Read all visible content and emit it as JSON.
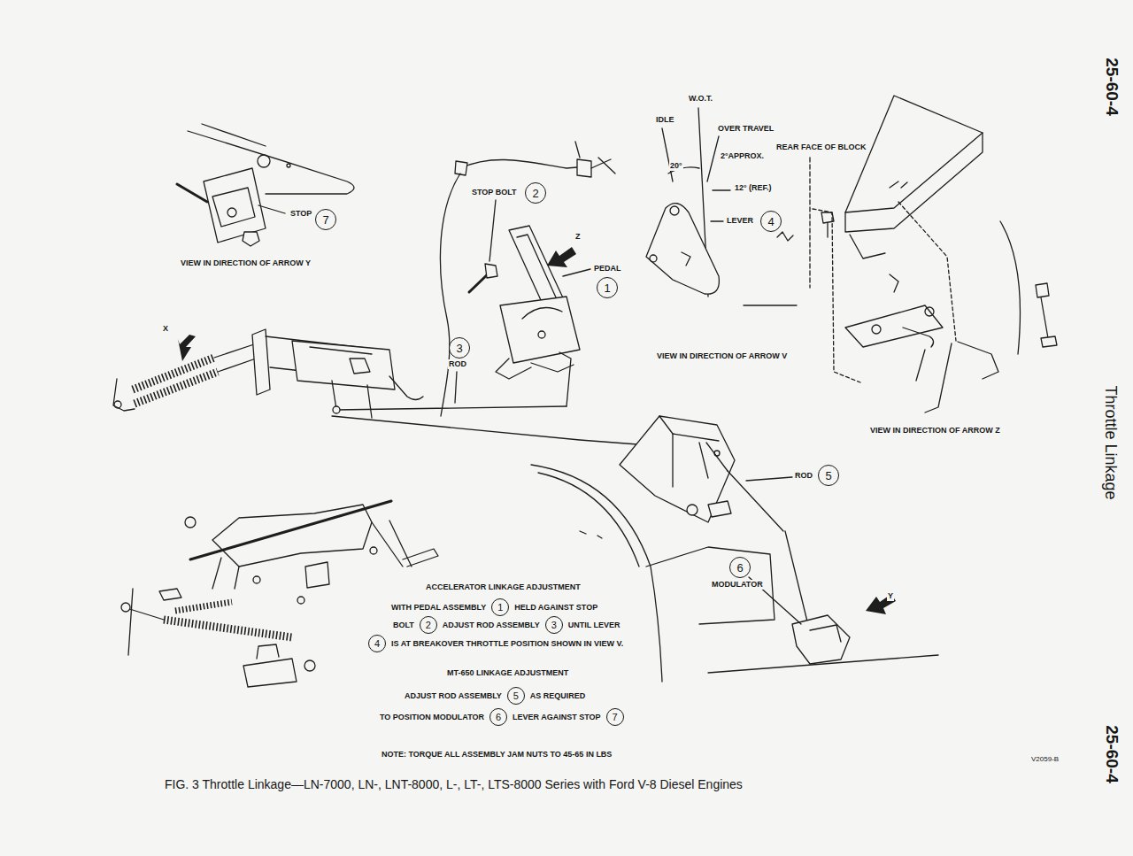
{
  "diagram": {
    "caption": "FIG. 3 Throttle Linkage—LN-7000, LN-, LNT-8000, L-, LT-, LTS-8000 Series with Ford V-8 Diesel Engines",
    "nodes": [
      {
        "text": [
          "7"
        ]
      },
      {
        "text": [
          "2"
        ]
      },
      {
        "text": [
          "1"
        ]
      },
      {
        "text": [
          "4"
        ]
      },
      {
        "text": [
          "3"
        ]
      },
      {
        "text": [
          "5"
        ]
      },
      {
        "text": [
          "6"
        ]
      },
      {
        "text": [
          "1"
        ]
      },
      {
        "text": [
          "2"
        ]
      },
      {
        "text": [
          "3"
        ]
      },
      {
        "text": [
          "4"
        ]
      },
      {
        "text": [
          "5"
        ]
      },
      {
        "text": [
          "6"
        ]
      },
      {
        "text": [
          "7"
        ]
      }
    ],
    "labels": [
      "25-60-4",
      "VIEW IN DIRECTION OF ARROW Y",
      "STOP",
      "STOP BOLT",
      "Z",
      "PEDAL",
      "X",
      "ROD",
      "W.O.T.",
      "IDLE",
      "OVER TRAVEL",
      "REAR FACE OF BLOCK",
      "2°APPROX.",
      "20°",
      "12° (REF.)",
      "LEVER",
      "VIEW IN DIRECTION OF ARROW V",
      "Throttle Linkage",
      "VIEW IN DIRECTION OF ARROW Z",
      "ROD",
      "MODULATOR",
      "Y",
      "ACCELERATOR LINKAGE ADJUSTMENT",
      "WITH PEDAL ASSEMBLY",
      "HELD AGAINST STOP",
      "BOLT",
      "ADJUST ROD ASSEMBLY",
      "UNTIL LEVER",
      "IS AT BREAKOVER THROTTLE POSITION SHOWN IN VIEW V.",
      "MT-650 LINKAGE ADJUSTMENT",
      "ADJUST ROD ASSEMBLY",
      "AS REQUIRED",
      "TO POSITION MODULATOR",
      "LEVER AGAINST STOP",
      "NOTE: TORQUE ALL ASSEMBLY JAM NUTS TO 45-65 IN LBS",
      "V2059-B",
      "25-60-4"
    ]
  }
}
